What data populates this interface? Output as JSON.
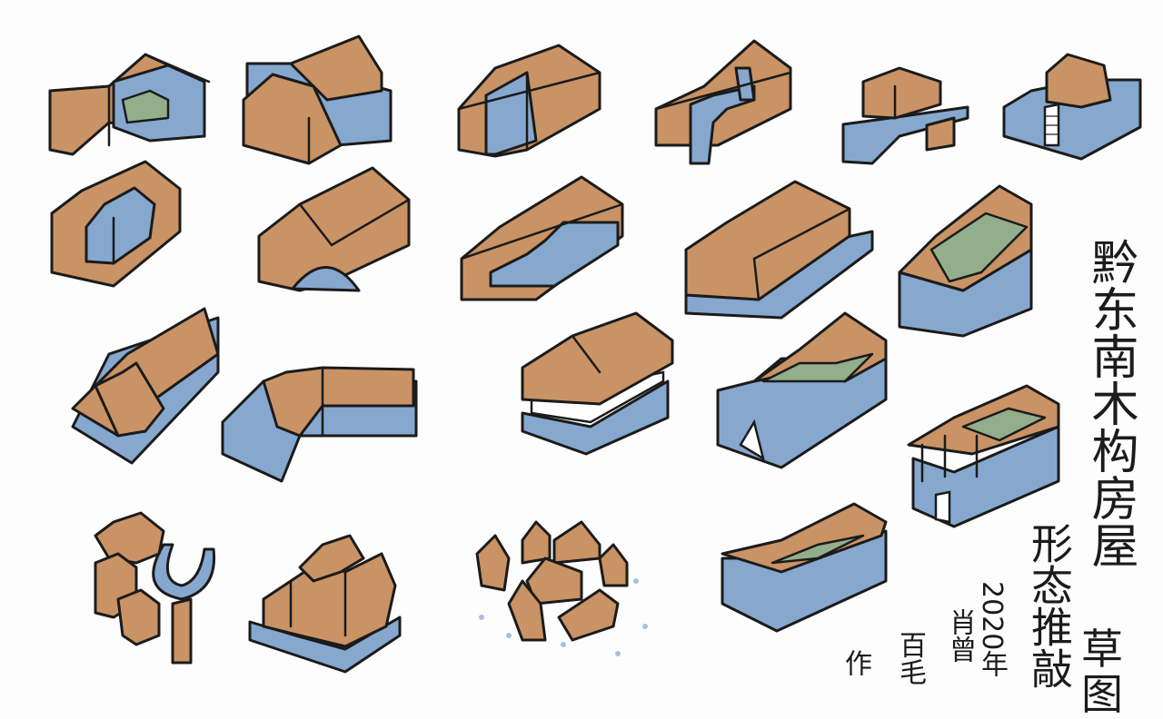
{
  "sheet": {
    "title": "黔东南木构房屋",
    "subtitle_line1": "形态推敲",
    "subtitle_line2": "草图",
    "signature": {
      "year": "2020年",
      "name_col1": "肖曾",
      "name_col2": "百毛",
      "name_col3": "作"
    },
    "colors": {
      "roof_orange": "#C99365",
      "wall_blue": "#86A8CF",
      "accent_green": "#93AE8A",
      "outline": "#1b1b1b",
      "background": "#fdfdfd"
    },
    "sketches": [
      {
        "id": 1,
        "label": "gable-house-with-blue-box-insert"
      },
      {
        "id": 2,
        "label": "two-gable-volumes-intersecting"
      },
      {
        "id": 3,
        "label": "gable-house-with-vertical-slot"
      },
      {
        "id": 4,
        "label": "gable-house-with-stair-tube"
      },
      {
        "id": 5,
        "label": "small-house-on-platform"
      },
      {
        "id": 6,
        "label": "house-on-podium-with-stairs"
      },
      {
        "id": 7,
        "label": "gable-house-with-carved-interior"
      },
      {
        "id": 8,
        "label": "gable-house-with-arched-opening"
      },
      {
        "id": 9,
        "label": "gable-house-with-stepped-interior"
      },
      {
        "id": 10,
        "label": "long-house-on-stepped-terrace"
      },
      {
        "id": 11,
        "label": "blue-block-with-courtyard-roof"
      },
      {
        "id": 12,
        "label": "house-with-dormer"
      },
      {
        "id": 13,
        "label": "bent-gable-house"
      },
      {
        "id": 14,
        "label": "stilted-roof-over-base"
      },
      {
        "id": 15,
        "label": "split-gable-volume"
      },
      {
        "id": 16,
        "label": "open-frame-house-on-base"
      },
      {
        "id": 17,
        "label": "curved-village-ring"
      },
      {
        "id": 18,
        "label": "clustered-houses-on-platform"
      },
      {
        "id": 19,
        "label": "scattered-houses-village"
      },
      {
        "id": 20,
        "label": "roof-over-curved-base"
      }
    ]
  }
}
